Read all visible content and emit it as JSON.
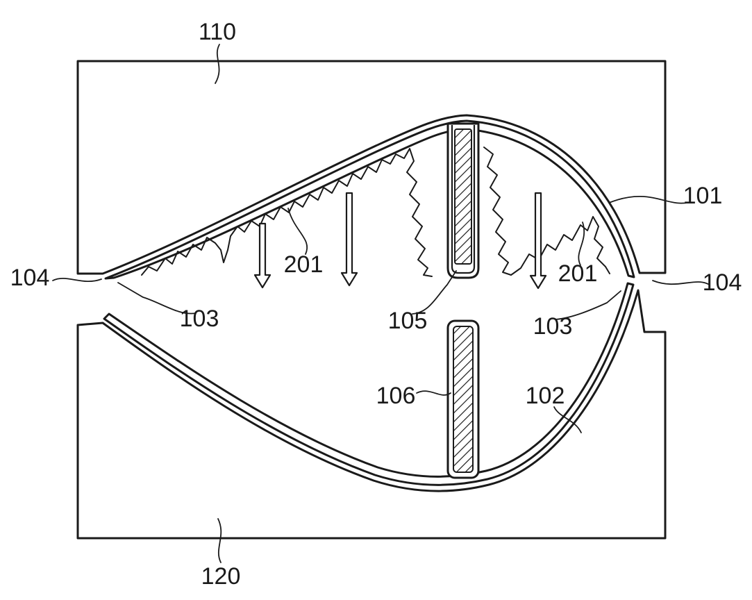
{
  "figure": {
    "background_color": "#ffffff",
    "line_color": "#1a1a1a",
    "labels": {
      "top_mold": "110",
      "bottom_mold": "120",
      "upper_shell": "101",
      "lower_shell": "102",
      "joint_left": "103",
      "joint_right": "103",
      "edge_left": "104",
      "edge_right": "104",
      "upper_web": "105",
      "lower_web": "106",
      "layup_left": "201",
      "layup_right": "201"
    }
  }
}
